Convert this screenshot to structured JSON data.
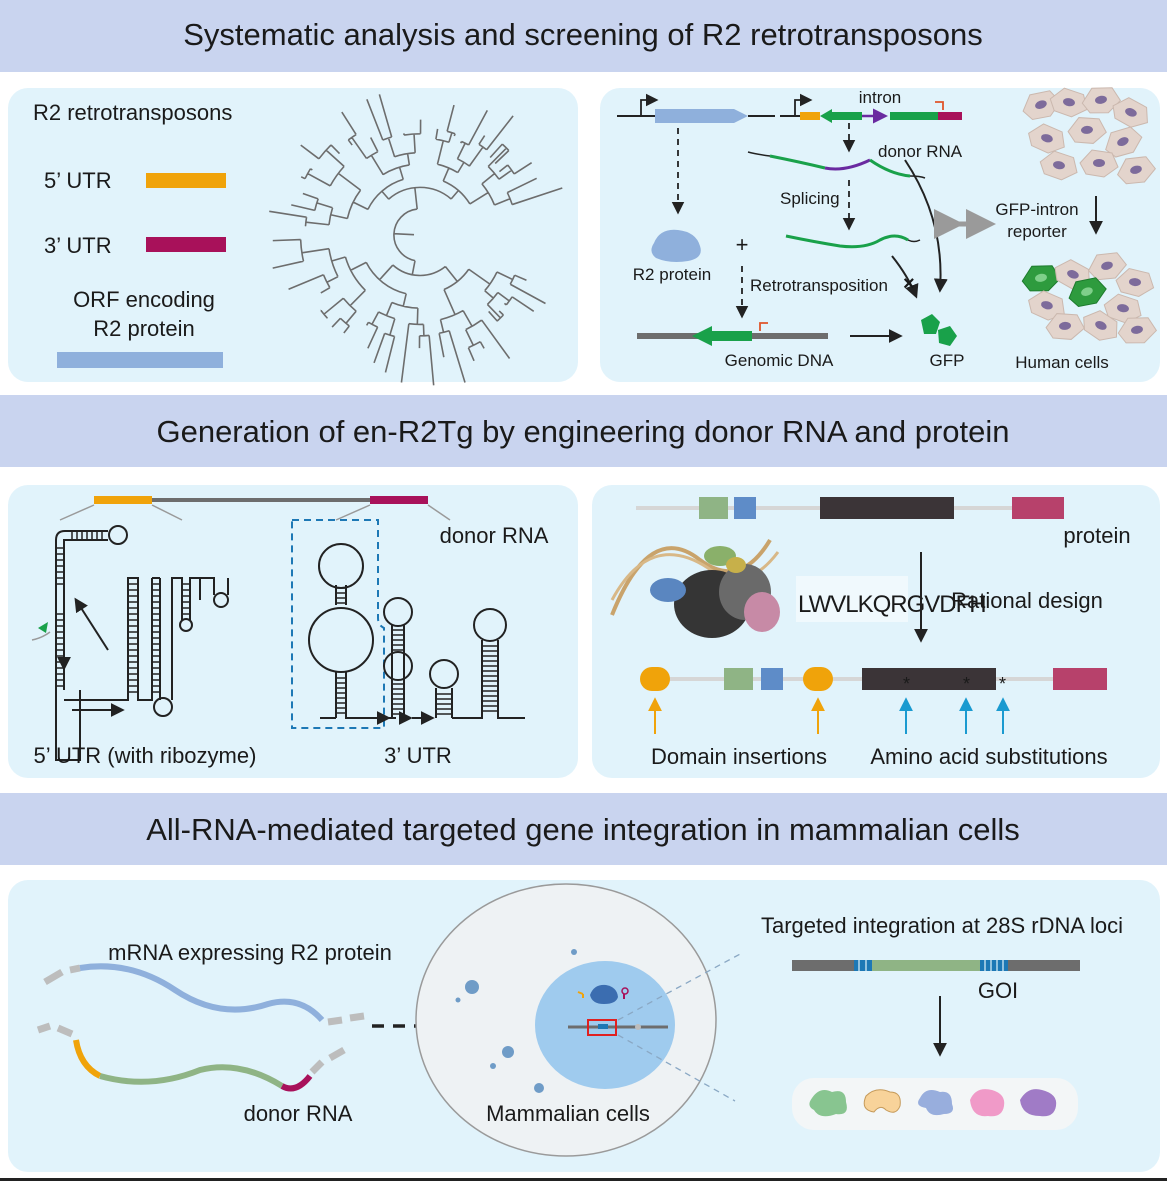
{
  "colors": {
    "header_band": "#c9d4ef",
    "panel_bg": "#e1f3fb",
    "utr5": "#f0a30a",
    "utr3": "#a8115a",
    "orf": "#8fb0dc",
    "gfp": "#19a14a",
    "dna_gray": "#6d6d6d",
    "blue_marker": "#1d78b5",
    "red_x": "#e02020",
    "purple": "#6a2aa0"
  },
  "sections": [
    {
      "title": "Systematic analysis and screening of R2 retrotransposons"
    },
    {
      "title": "Generation of en-R2Tg by engineering donor RNA and protein"
    },
    {
      "title": "All-RNA-mediated targeted gene integration in mammalian cells"
    }
  ],
  "panel_a_left": {
    "title": "R2 retrotransposons",
    "legend": [
      {
        "label": "5’ UTR",
        "color": "#f0a30a",
        "icon": "orange-bar"
      },
      {
        "label": "3’ UTR",
        "color": "#a8115a",
        "icon": "magenta-bar"
      },
      {
        "label_line1": "ORF encoding",
        "label_line2": "R2 protein",
        "color": "#8fb0dc",
        "icon": "blue-bar"
      }
    ]
  },
  "panel_a_right": {
    "intron": "intron",
    "donor_rna": "donor RNA",
    "splicing": "Splicing",
    "r2_protein": "R2 protein",
    "plus": "+",
    "retrotransposition": "Retrotransposition",
    "genomic_dna": "Genomic DNA",
    "gfp": "GFP",
    "reporter_line1": "GFP-intron",
    "reporter_line2": "reporter",
    "human_cells": "Human cells"
  },
  "panel_b_left": {
    "donor_rna": "donor RNA",
    "utr5_caption": "5’ UTR (with ribozyme)",
    "utr3_caption": "3’ UTR"
  },
  "panel_b_right": {
    "protein": "protein",
    "rational_design": "Rational design",
    "logo_text": "LWVLKQRGVDFH",
    "domain_insertions": "Domain insertions",
    "aa_substitutions": "Amino acid substitutions",
    "asterisk": "*"
  },
  "panel_c": {
    "mrna_label": "mRNA expressing R2 protein",
    "donor_label": "donor RNA",
    "cells_label": "Mammalian cells",
    "integration_title": "Targeted integration at 28S rDNA loci",
    "goi": "GOI"
  }
}
